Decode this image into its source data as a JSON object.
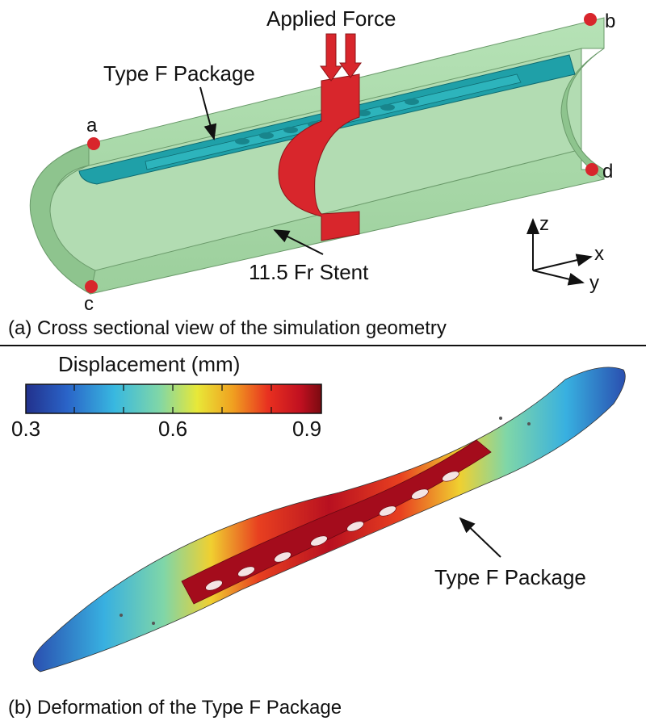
{
  "panel_a": {
    "applied_force": "Applied Force",
    "package_label": "Type F Package",
    "stent_label": "11.5 Fr Stent",
    "points": [
      "a",
      "b",
      "c",
      "d"
    ],
    "axes": {
      "z": "z",
      "x": "x",
      "y": "y"
    },
    "caption": "(a) Cross sectional view of the simulation geometry"
  },
  "panel_b": {
    "colorbar": {
      "title": "Displacement (mm)",
      "min_label": "0.3",
      "mid_label": "0.6",
      "max_label": "0.9",
      "min": 0.3,
      "max": 0.9
    },
    "package_label": "Type F Package",
    "caption": "(b) Deformation of the Type F Package"
  },
  "colors": {
    "stent_green": "#a8d8a8",
    "package_teal": "#1fa0a8",
    "force_red": "#d8262c",
    "point_red": "#d8262c",
    "cmap": [
      "#22318c",
      "#2a64c8",
      "#38b8e0",
      "#7fd6a8",
      "#e8e838",
      "#f0a020",
      "#e83020",
      "#c01020",
      "#7a0a10"
    ]
  }
}
